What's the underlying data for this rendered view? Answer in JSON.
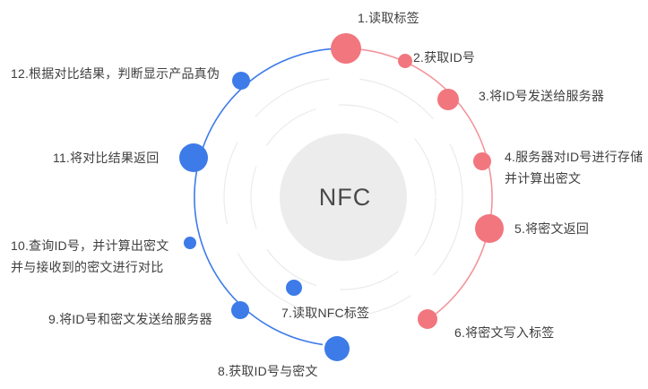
{
  "center": {
    "label": "NFC"
  },
  "colors": {
    "red_dot": "#F2767E",
    "blue_dot": "#3D7BE8",
    "red_arc": "#F2959C",
    "blue_arc": "#3D7BE8",
    "center_circle": "#ECECEC",
    "label_text": "#3F3F3F"
  },
  "steps": [
    {
      "id": 1,
      "label": "1.读取标签",
      "color": "red"
    },
    {
      "id": 2,
      "label": "2.获取ID号",
      "color": "red"
    },
    {
      "id": 3,
      "label": "3.将ID号发送给服务器",
      "color": "red"
    },
    {
      "id": 4,
      "label": "4.服务器对ID号进行存储\n并计算出密文",
      "color": "red"
    },
    {
      "id": 5,
      "label": "5.将密文返回",
      "color": "red"
    },
    {
      "id": 6,
      "label": "6.将密文写入标签",
      "color": "red"
    },
    {
      "id": 7,
      "label": "7.读取NFC标签",
      "color": "blue"
    },
    {
      "id": 8,
      "label": "8.获取ID号与密文",
      "color": "blue"
    },
    {
      "id": 9,
      "label": "9.将ID号和密文发送给服务器",
      "color": "blue"
    },
    {
      "id": 10,
      "label": "10.查询ID号，并计算出密文\n并与接收到的密文进行对比",
      "color": "blue"
    },
    {
      "id": 11,
      "label": "11.将对比结果返回",
      "color": "blue"
    },
    {
      "id": 12,
      "label": "12.根据对比结果，判断显示产品真伪",
      "color": "blue"
    }
  ]
}
